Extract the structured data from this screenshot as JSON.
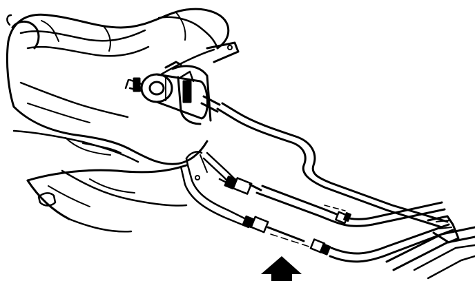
{
  "diagram": {
    "ink_color": "#000000",
    "paper_color": "#ffffff",
    "components": [
      "fuel-tank",
      "fuel-filter",
      "mounting-bracket",
      "fuel-lines",
      "line-connectors",
      "frame-rail",
      "direction-arrow-icon"
    ]
  }
}
